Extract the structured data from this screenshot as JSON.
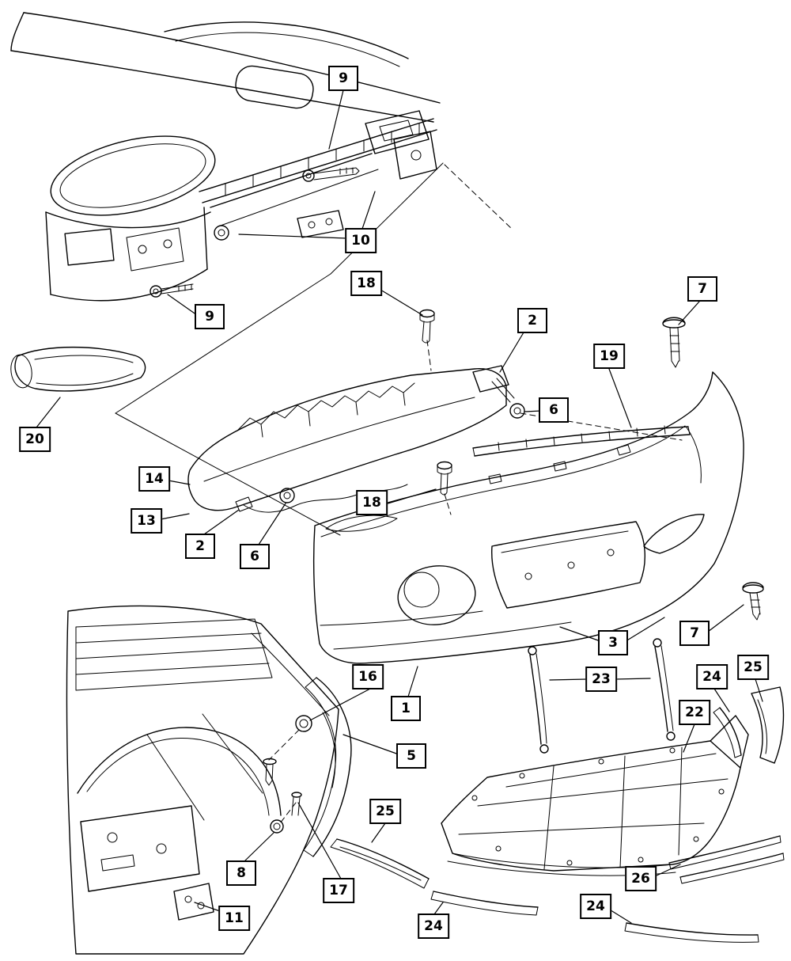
{
  "diagram": {
    "type": "exploded-parts-diagram",
    "colors": {
      "background": "#ffffff",
      "line": "#000000",
      "callout_border": "#000000",
      "callout_fill": "#ffffff",
      "callout_text": "#000000"
    },
    "callouts": [
      {
        "label": "9"
      },
      {
        "label": "10"
      },
      {
        "label": "18"
      },
      {
        "label": "2"
      },
      {
        "label": "7"
      },
      {
        "label": "19"
      },
      {
        "label": "9"
      },
      {
        "label": "6"
      },
      {
        "label": "20"
      },
      {
        "label": "14"
      },
      {
        "label": "13"
      },
      {
        "label": "18"
      },
      {
        "label": "2"
      },
      {
        "label": "6"
      },
      {
        "label": "3"
      },
      {
        "label": "7"
      },
      {
        "label": "16"
      },
      {
        "label": "23"
      },
      {
        "label": "24"
      },
      {
        "label": "25"
      },
      {
        "label": "1"
      },
      {
        "label": "22"
      },
      {
        "label": "5"
      },
      {
        "label": "25"
      },
      {
        "label": "8"
      },
      {
        "label": "17"
      },
      {
        "label": "26"
      },
      {
        "label": "11"
      },
      {
        "label": "24"
      },
      {
        "label": "24"
      }
    ]
  }
}
